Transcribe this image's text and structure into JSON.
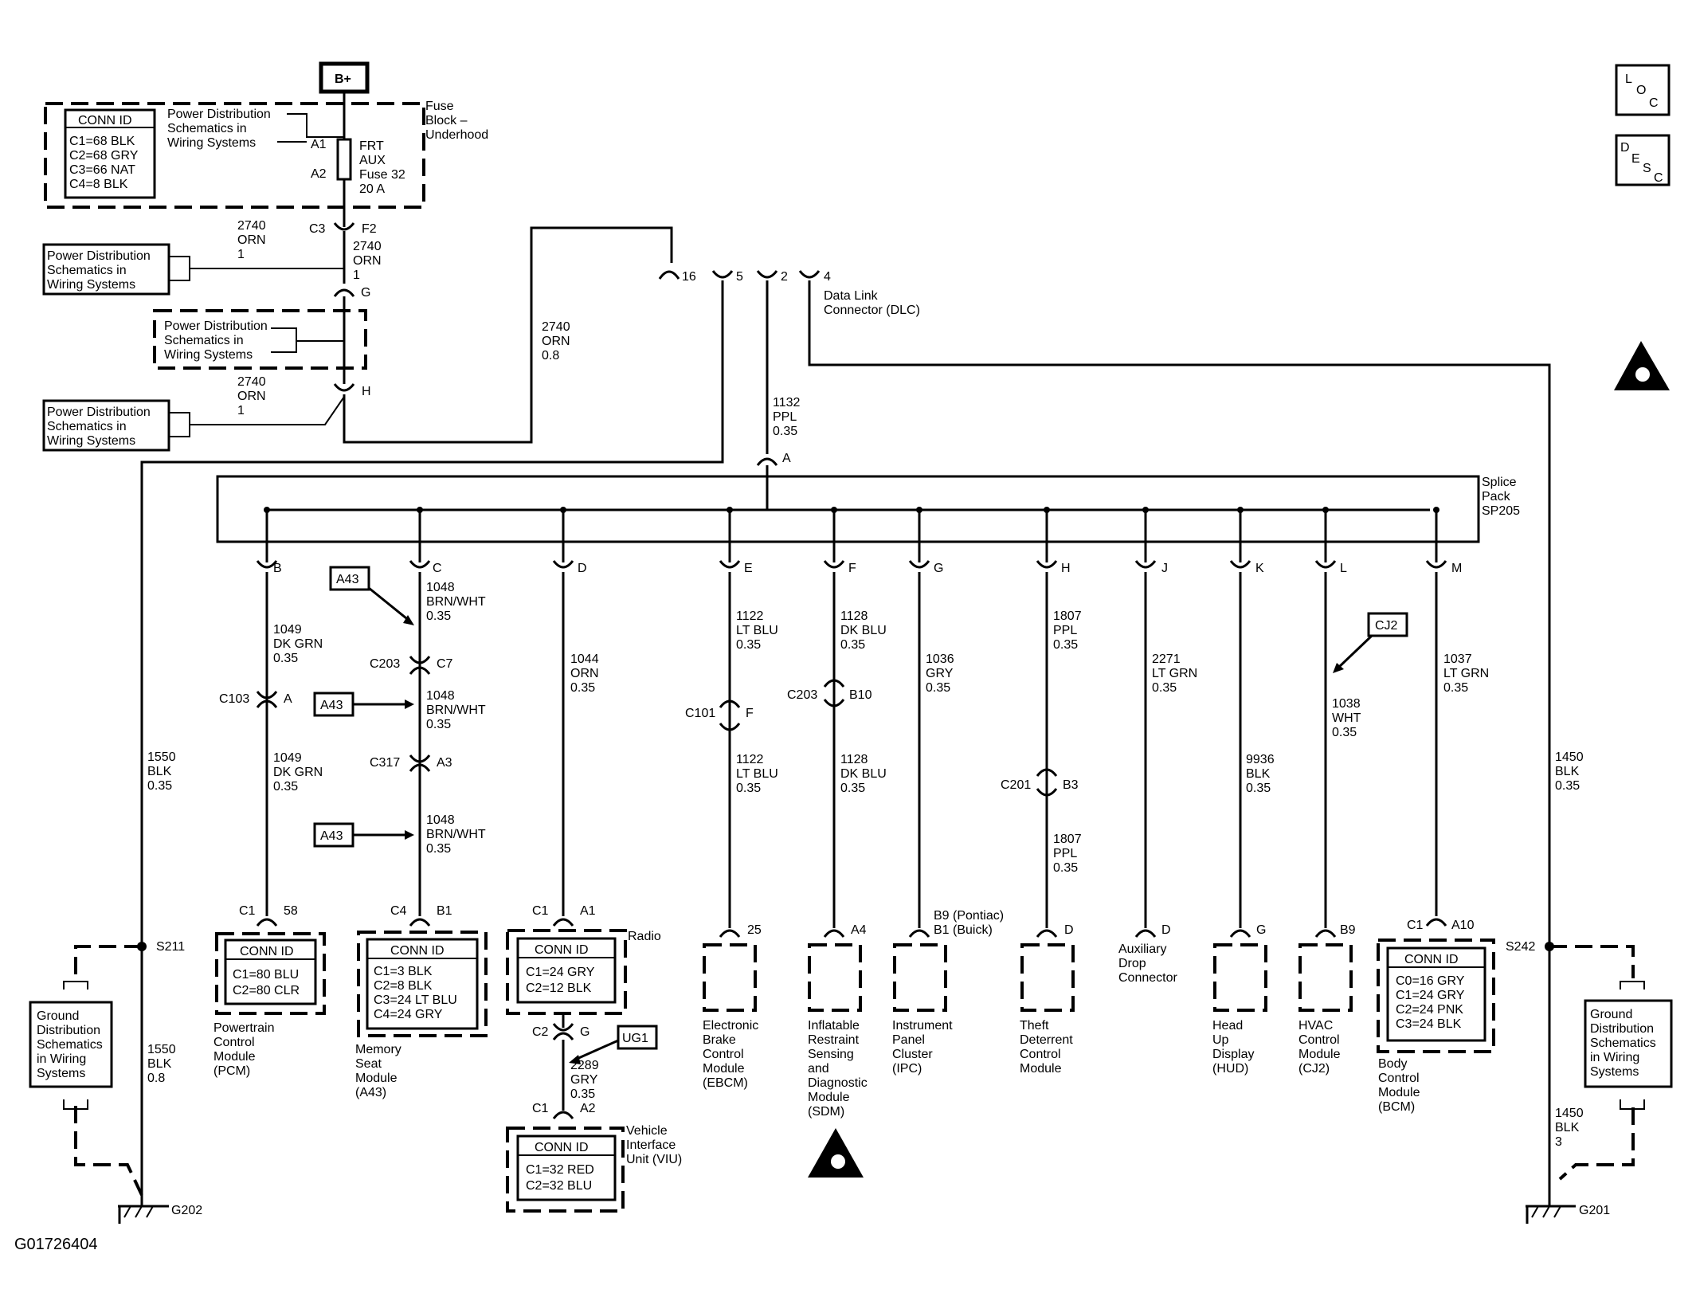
{
  "battery": "B+",
  "fuse_block": {
    "label": [
      "Fuse",
      "Block –",
      "Underhood"
    ],
    "conn_title": "CONN ID",
    "conn": [
      "C1=68 BLK",
      "C2=68 GRY",
      "C3=66 NAT",
      "C4=8 BLK"
    ],
    "ref_text": [
      "Power Distribution",
      "Schematics in",
      "Wiring  Systems"
    ],
    "pin_a1": "A1",
    "pin_a2": "A2",
    "fuse": [
      "FRT",
      "AUX",
      "Fuse 32",
      "20 A"
    ]
  },
  "power_refs": {
    "left1": [
      "Power Distribution",
      "Schematics in",
      "Wiring Systems"
    ],
    "mid": [
      "Power Distribution",
      "Schematics in",
      "Wiring Systems"
    ],
    "left2": [
      "Power Distribution",
      "Schematics in",
      "Wiring Systems"
    ]
  },
  "circuit_2740": {
    "a": [
      "2740",
      "ORN",
      "1"
    ],
    "b": [
      "2740",
      "ORN",
      "1"
    ],
    "c": [
      "2740",
      "ORN",
      "1"
    ],
    "d": [
      "2740",
      "ORN",
      "0.8"
    ],
    "c3": "C3",
    "f2": "F2",
    "g": "G",
    "h": "H"
  },
  "dlc": {
    "pins": [
      "16",
      "5",
      "2",
      "4"
    ],
    "label": [
      "Data Link",
      "Connector (DLC)"
    ]
  },
  "circuit_1132": {
    "wire": [
      "1132",
      "PPL",
      "0.35"
    ],
    "pin": "A"
  },
  "splice": {
    "label": [
      "Splice",
      "Pack",
      "SP205"
    ]
  },
  "left_ground": {
    "wire1": [
      "1550",
      "BLK",
      "0.35"
    ],
    "wire2": [
      "1550",
      "BLK",
      "0.8"
    ],
    "splice": "S211",
    "ground": "G202",
    "ref": [
      "Ground",
      "Distribution",
      "Schematics",
      "in Wiring",
      "Systems"
    ]
  },
  "right_ground": {
    "wire1": [
      "1450",
      "BLK",
      "0.35"
    ],
    "wire2": [
      "1450",
      "BLK",
      "3"
    ],
    "splice": "S242",
    "ground": "G201",
    "ref": [
      "Ground",
      "Distribution",
      "Schematics",
      "in Wiring",
      "Systems"
    ]
  },
  "branches": {
    "b": {
      "pin": "B",
      "w1": [
        "1049",
        "DK GRN",
        "0.35"
      ],
      "c1": "C103",
      "c1pin": "A",
      "w2": [
        "1049",
        "DK GRN",
        "0.35"
      ],
      "endc": "C1",
      "endpin": "58",
      "conn_title": "CONN ID",
      "conn": [
        "C1=80 BLU",
        "C2=80 CLR"
      ],
      "module": [
        "Powertrain",
        "Control",
        "Module",
        "(PCM)"
      ]
    },
    "c": {
      "pin": "C",
      "tag": "A43",
      "w1": [
        "1048",
        "BRN/WHT",
        "0.35"
      ],
      "c1": "C203",
      "c1pin": "C7",
      "w2": [
        "1048",
        "BRN/WHT",
        "0.35"
      ],
      "c2": "C317",
      "c2pin": "A3",
      "w3": [
        "1048",
        "BRN/WHT",
        "0.35"
      ],
      "endc": "C4",
      "endpin": "B1",
      "conn_title": "CONN ID",
      "conn": [
        "C1=3 BLK",
        "C2=8 BLK",
        "C3=24 LT BLU",
        "C4=24 GRY"
      ],
      "module": [
        "Memory",
        "Seat",
        "Module",
        "(A43)"
      ]
    },
    "d": {
      "pin": "D",
      "w1": [
        "1044",
        "ORN",
        "0.35"
      ],
      "endc": "C1",
      "endpin": "A1",
      "radio": "Radio",
      "conn_title": "CONN ID",
      "conn": [
        "C1=24 GRY",
        "C2=12 BLK"
      ],
      "c2": "C2",
      "c2pin": "G",
      "tag": "UG1",
      "w2": [
        "2289",
        "GRY",
        "0.35"
      ],
      "viu_c": "C1",
      "viu_pin": "A2",
      "viu_label": [
        "Vehicle",
        "Interface",
        "Unit (VIU)"
      ],
      "viu_title": "CONN ID",
      "viu_conn": [
        "C1=32 RED",
        "C2=32 BLU"
      ]
    },
    "e": {
      "pin": "E",
      "w1": [
        "1122",
        "LT BLU",
        "0.35"
      ],
      "c1": "C101",
      "c1pin": "F",
      "w2": [
        "1122",
        "LT BLU",
        "0.35"
      ],
      "endpin": "25",
      "module": [
        "Electronic",
        "Brake",
        "Control",
        "Module",
        "(EBCM)"
      ]
    },
    "f": {
      "pin": "F",
      "w1": [
        "1128",
        "DK BLU",
        "0.35"
      ],
      "c1": "C203",
      "c1pin": "B10",
      "w2": [
        "1128",
        "DK BLU",
        "0.35"
      ],
      "endpin": "A4",
      "module": [
        "Inflatable",
        "Restraint",
        "Sensing",
        "and",
        "Diagnostic",
        "Module",
        "(SDM)"
      ]
    },
    "g": {
      "pin": "G",
      "w1": [
        "1036",
        "GRY",
        "0.35"
      ],
      "endpin": [
        "B9 (Pontiac)",
        "B1 (Buick)"
      ],
      "module": [
        "Instrument",
        "Panel",
        "Cluster",
        "(IPC)"
      ]
    },
    "h": {
      "pin": "H",
      "w1": [
        "1807",
        "PPL",
        "0.35"
      ],
      "c1": "C201",
      "c1pin": "B3",
      "w2": [
        "1807",
        "PPL",
        "0.35"
      ],
      "endpin": "D",
      "module": [
        "Theft",
        "Deterrent",
        "Control",
        "Module"
      ]
    },
    "j": {
      "pin": "J",
      "w1": [
        "2271",
        "LT GRN",
        "0.35"
      ],
      "endpin": "D",
      "module": [
        "Auxiliary",
        "Drop",
        "Connector"
      ]
    },
    "k": {
      "pin": "K",
      "w1": [
        "9936",
        "BLK",
        "0.35"
      ],
      "endpin": "G",
      "module": [
        "Head",
        "Up",
        "Display",
        "(HUD)"
      ]
    },
    "l": {
      "pin": "L",
      "tag": "CJ2",
      "w1": [
        "1038",
        "WHT",
        "0.35"
      ],
      "endpin": "B9",
      "module": [
        "HVAC",
        "Control",
        "Module",
        "(CJ2)"
      ]
    },
    "m": {
      "pin": "M",
      "w1": [
        "1037",
        "LT GRN",
        "0.35"
      ],
      "endc": "C1",
      "endpin": "A10",
      "conn_title": "CONN ID",
      "conn": [
        "C0=16 GRY",
        "C1=24 GRY",
        "C2=24 PNK",
        "C3=24 BLK"
      ],
      "module": [
        "Body",
        "Control",
        "Module",
        "(BCM)"
      ]
    }
  },
  "loc_letters": [
    "L",
    "O",
    "C"
  ],
  "desc_letters": [
    "D",
    "E",
    "S",
    "C"
  ],
  "figure_id": "G01726404"
}
